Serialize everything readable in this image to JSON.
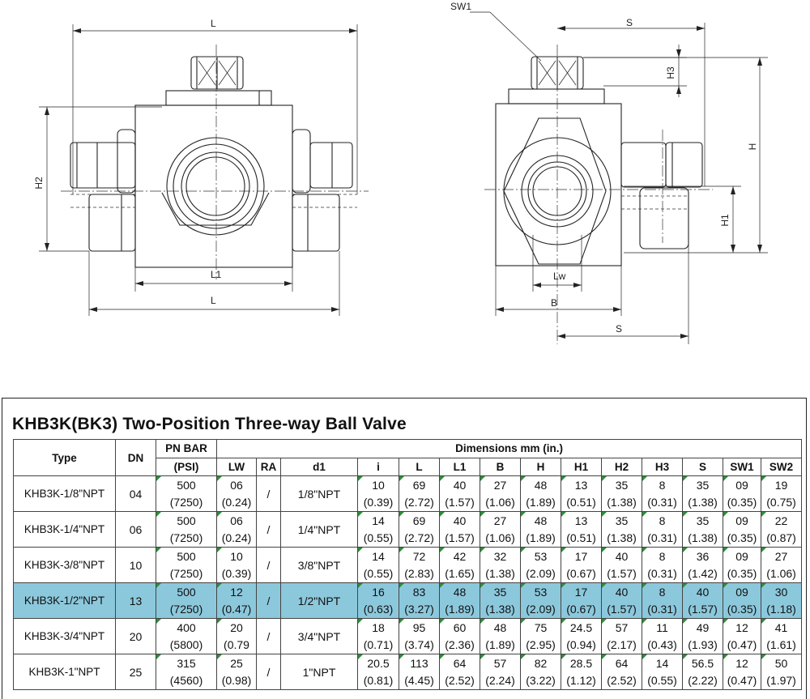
{
  "drawing": {
    "labels": {
      "left_L_top": "L",
      "left_H2": "H2",
      "left_L1": "L1",
      "left_L_bottom": "L",
      "right_SW1": "SW1",
      "right_S_top": "S",
      "right_H3": "H3",
      "right_H": "H",
      "right_H1": "H1",
      "right_Lw": "Lw",
      "right_B": "B",
      "right_S_bottom": "S"
    }
  },
  "table": {
    "title": "KHB3K(BK3) Two-Position Three-way Ball Valve",
    "headers": {
      "type": "Type",
      "dn": "DN",
      "pn_line1": "PN BAR",
      "pn_line2": "(PSI)",
      "dimensions": "Dimensions mm (in.)",
      "cols": [
        "LW",
        "RA",
        "d1",
        "i",
        "L",
        "L1",
        "B",
        "H",
        "H1",
        "H2",
        "H3",
        "S",
        "SW1",
        "SW2"
      ]
    },
    "rows": [
      {
        "type": "KHB3K-1/8\"NPT",
        "dn": "04",
        "pn": "500",
        "psi": "(7250)",
        "lw": "06",
        "lw_in": "(0.24)",
        "ra": "/",
        "d1": "1/8\"NPT",
        "mm": [
          "10",
          "69",
          "40",
          "27",
          "48",
          "13",
          "35",
          "8",
          "35",
          "09",
          "19"
        ],
        "inch": [
          "(0.39)",
          "(2.72)",
          "(1.57)",
          "(1.06)",
          "(1.89)",
          "(0.51)",
          "(1.38)",
          "(0.31)",
          "(1.38)",
          "(0.35)",
          "(0.75)"
        ]
      },
      {
        "type": "KHB3K-1/4\"NPT",
        "dn": "06",
        "pn": "500",
        "psi": "(7250)",
        "lw": "06",
        "lw_in": "(0.24)",
        "ra": "/",
        "d1": "1/4\"NPT",
        "mm": [
          "14",
          "69",
          "40",
          "27",
          "48",
          "13",
          "35",
          "8",
          "35",
          "09",
          "22"
        ],
        "inch": [
          "(0.55)",
          "(2.72)",
          "(1.57)",
          "(1.06)",
          "(1.89)",
          "(0.51)",
          "(1.38)",
          "(0.31)",
          "(1.38)",
          "(0.35)",
          "(0.87)"
        ]
      },
      {
        "type": "KHB3K-3/8\"NPT",
        "dn": "10",
        "pn": "500",
        "psi": "(7250)",
        "lw": "10",
        "lw_in": "(0.39)",
        "ra": "/",
        "d1": "3/8\"NPT",
        "mm": [
          "14",
          "72",
          "42",
          "32",
          "53",
          "17",
          "40",
          "8",
          "36",
          "09",
          "27"
        ],
        "inch": [
          "(0.55)",
          "(2.83)",
          "(1.65)",
          "(1.38)",
          "(2.09)",
          "(0.67)",
          "(1.57)",
          "(0.31)",
          "(1.42)",
          "(0.35)",
          "(1.06)"
        ]
      },
      {
        "type": "KHB3K-1/2\"NPT",
        "dn": "13",
        "pn": "500",
        "psi": "(7250)",
        "lw": "12",
        "lw_in": "(0.47)",
        "ra": "/",
        "d1": "1/2\"NPT",
        "mm": [
          "16",
          "83",
          "48",
          "35",
          "53",
          "17",
          "40",
          "8",
          "40",
          "09",
          "30"
        ],
        "inch": [
          "(0.63)",
          "(3.27)",
          "(1.89)",
          "(1.38)",
          "(2.09)",
          "(0.67)",
          "(1.57)",
          "(0.31)",
          "(1.57)",
          "(0.35)",
          "(1.18)"
        ]
      },
      {
        "type": "KHB3K-3/4\"NPT",
        "dn": "20",
        "pn": "400",
        "psi": "(5800)",
        "lw": "20",
        "lw_in": "(0.79",
        "ra": "/",
        "d1": "3/4\"NPT",
        "mm": [
          "18",
          "95",
          "60",
          "48",
          "75",
          "24.5",
          "57",
          "11",
          "49",
          "12",
          "41"
        ],
        "inch": [
          "(0.71)",
          "(3.74)",
          "(2.36)",
          "(1.89)",
          "(2.95)",
          "(0.94)",
          "(2.17)",
          "(0.43)",
          "(1.93)",
          "(0.47)",
          "(1.61)"
        ]
      },
      {
        "type": "KHB3K-1\"NPT",
        "dn": "25",
        "pn": "315",
        "psi": "(4560)",
        "lw": "25",
        "lw_in": "(0.98)",
        "ra": "/",
        "d1": "1\"NPT",
        "mm": [
          "20.5",
          "113",
          "64",
          "57",
          "82",
          "28.5",
          "64",
          "14",
          "56.5",
          "12",
          "50"
        ],
        "inch": [
          "(0.81)",
          "(4.45)",
          "(2.52)",
          "(2.24)",
          "(3.22)",
          "(1.12)",
          "(2.52)",
          "(0.55)",
          "(2.22)",
          "(0.47)",
          "(1.97)"
        ]
      }
    ],
    "highlight_row_index": 3,
    "highlight_color": "#8cc8dc"
  }
}
